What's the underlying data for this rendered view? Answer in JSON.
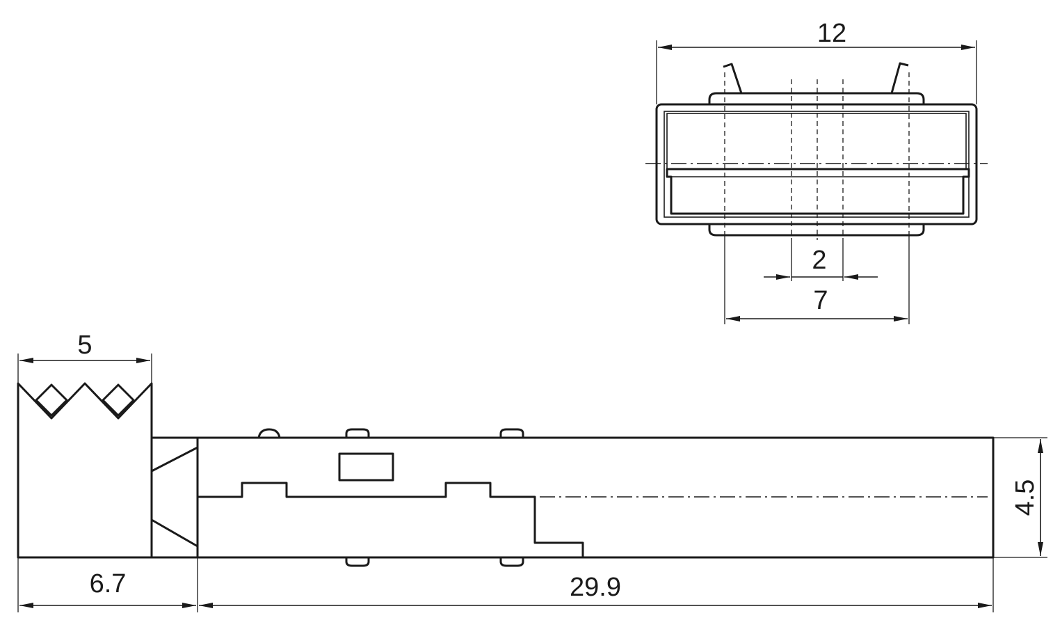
{
  "dimensions": {
    "top_width": "12",
    "inner_small": "2",
    "inner_large": "7",
    "serration_width": "5",
    "head_length": "6.7",
    "body_length": "29.9",
    "body_height": "4.5"
  }
}
